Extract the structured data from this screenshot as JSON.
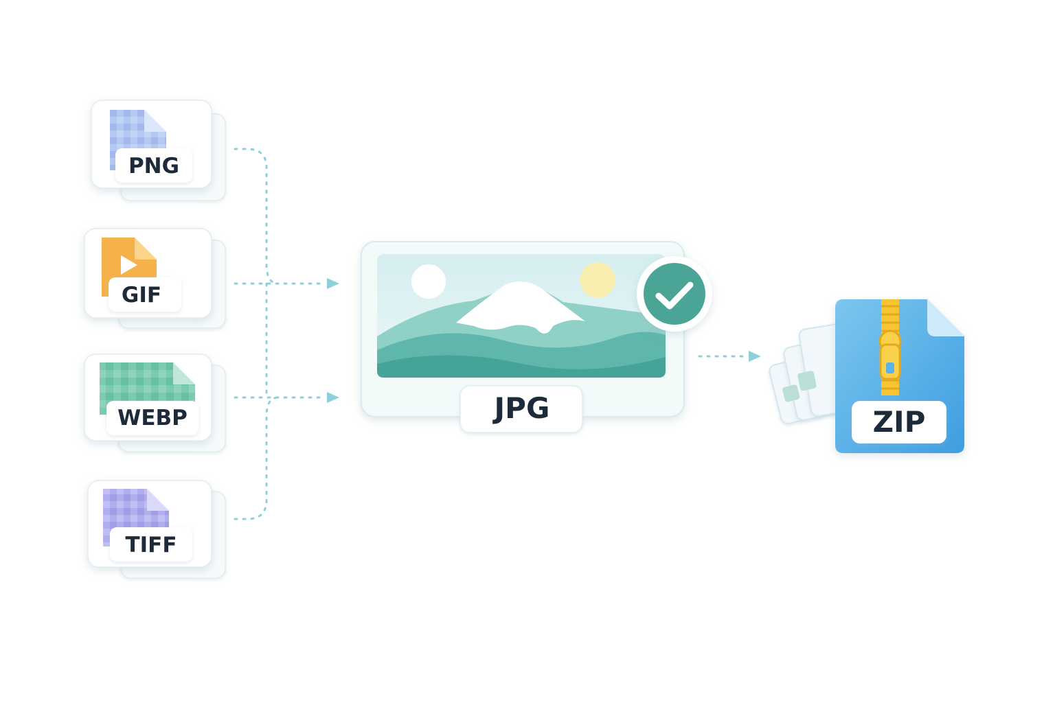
{
  "inputs": [
    {
      "label": "PNG",
      "color": "#a9bff0",
      "icon": "png-file-icon"
    },
    {
      "label": "GIF",
      "color": "#f6b24a",
      "icon": "gif-file-icon"
    },
    {
      "label": "WEBP",
      "color": "#6fc6a8",
      "icon": "webp-file-icon"
    },
    {
      "label": "TIFF",
      "color": "#a9a6ea",
      "icon": "tiff-file-icon"
    }
  ],
  "output": {
    "label": "JPG",
    "icon": "landscape-image-icon",
    "status_icon": "checkmark-icon",
    "accent": "#4aa596"
  },
  "archive": {
    "label": "ZIP",
    "icon": "zip-archive-icon",
    "color": "#5bb2e8",
    "zipper_color": "#f7c531"
  },
  "connector_color": "#8fcfdc"
}
